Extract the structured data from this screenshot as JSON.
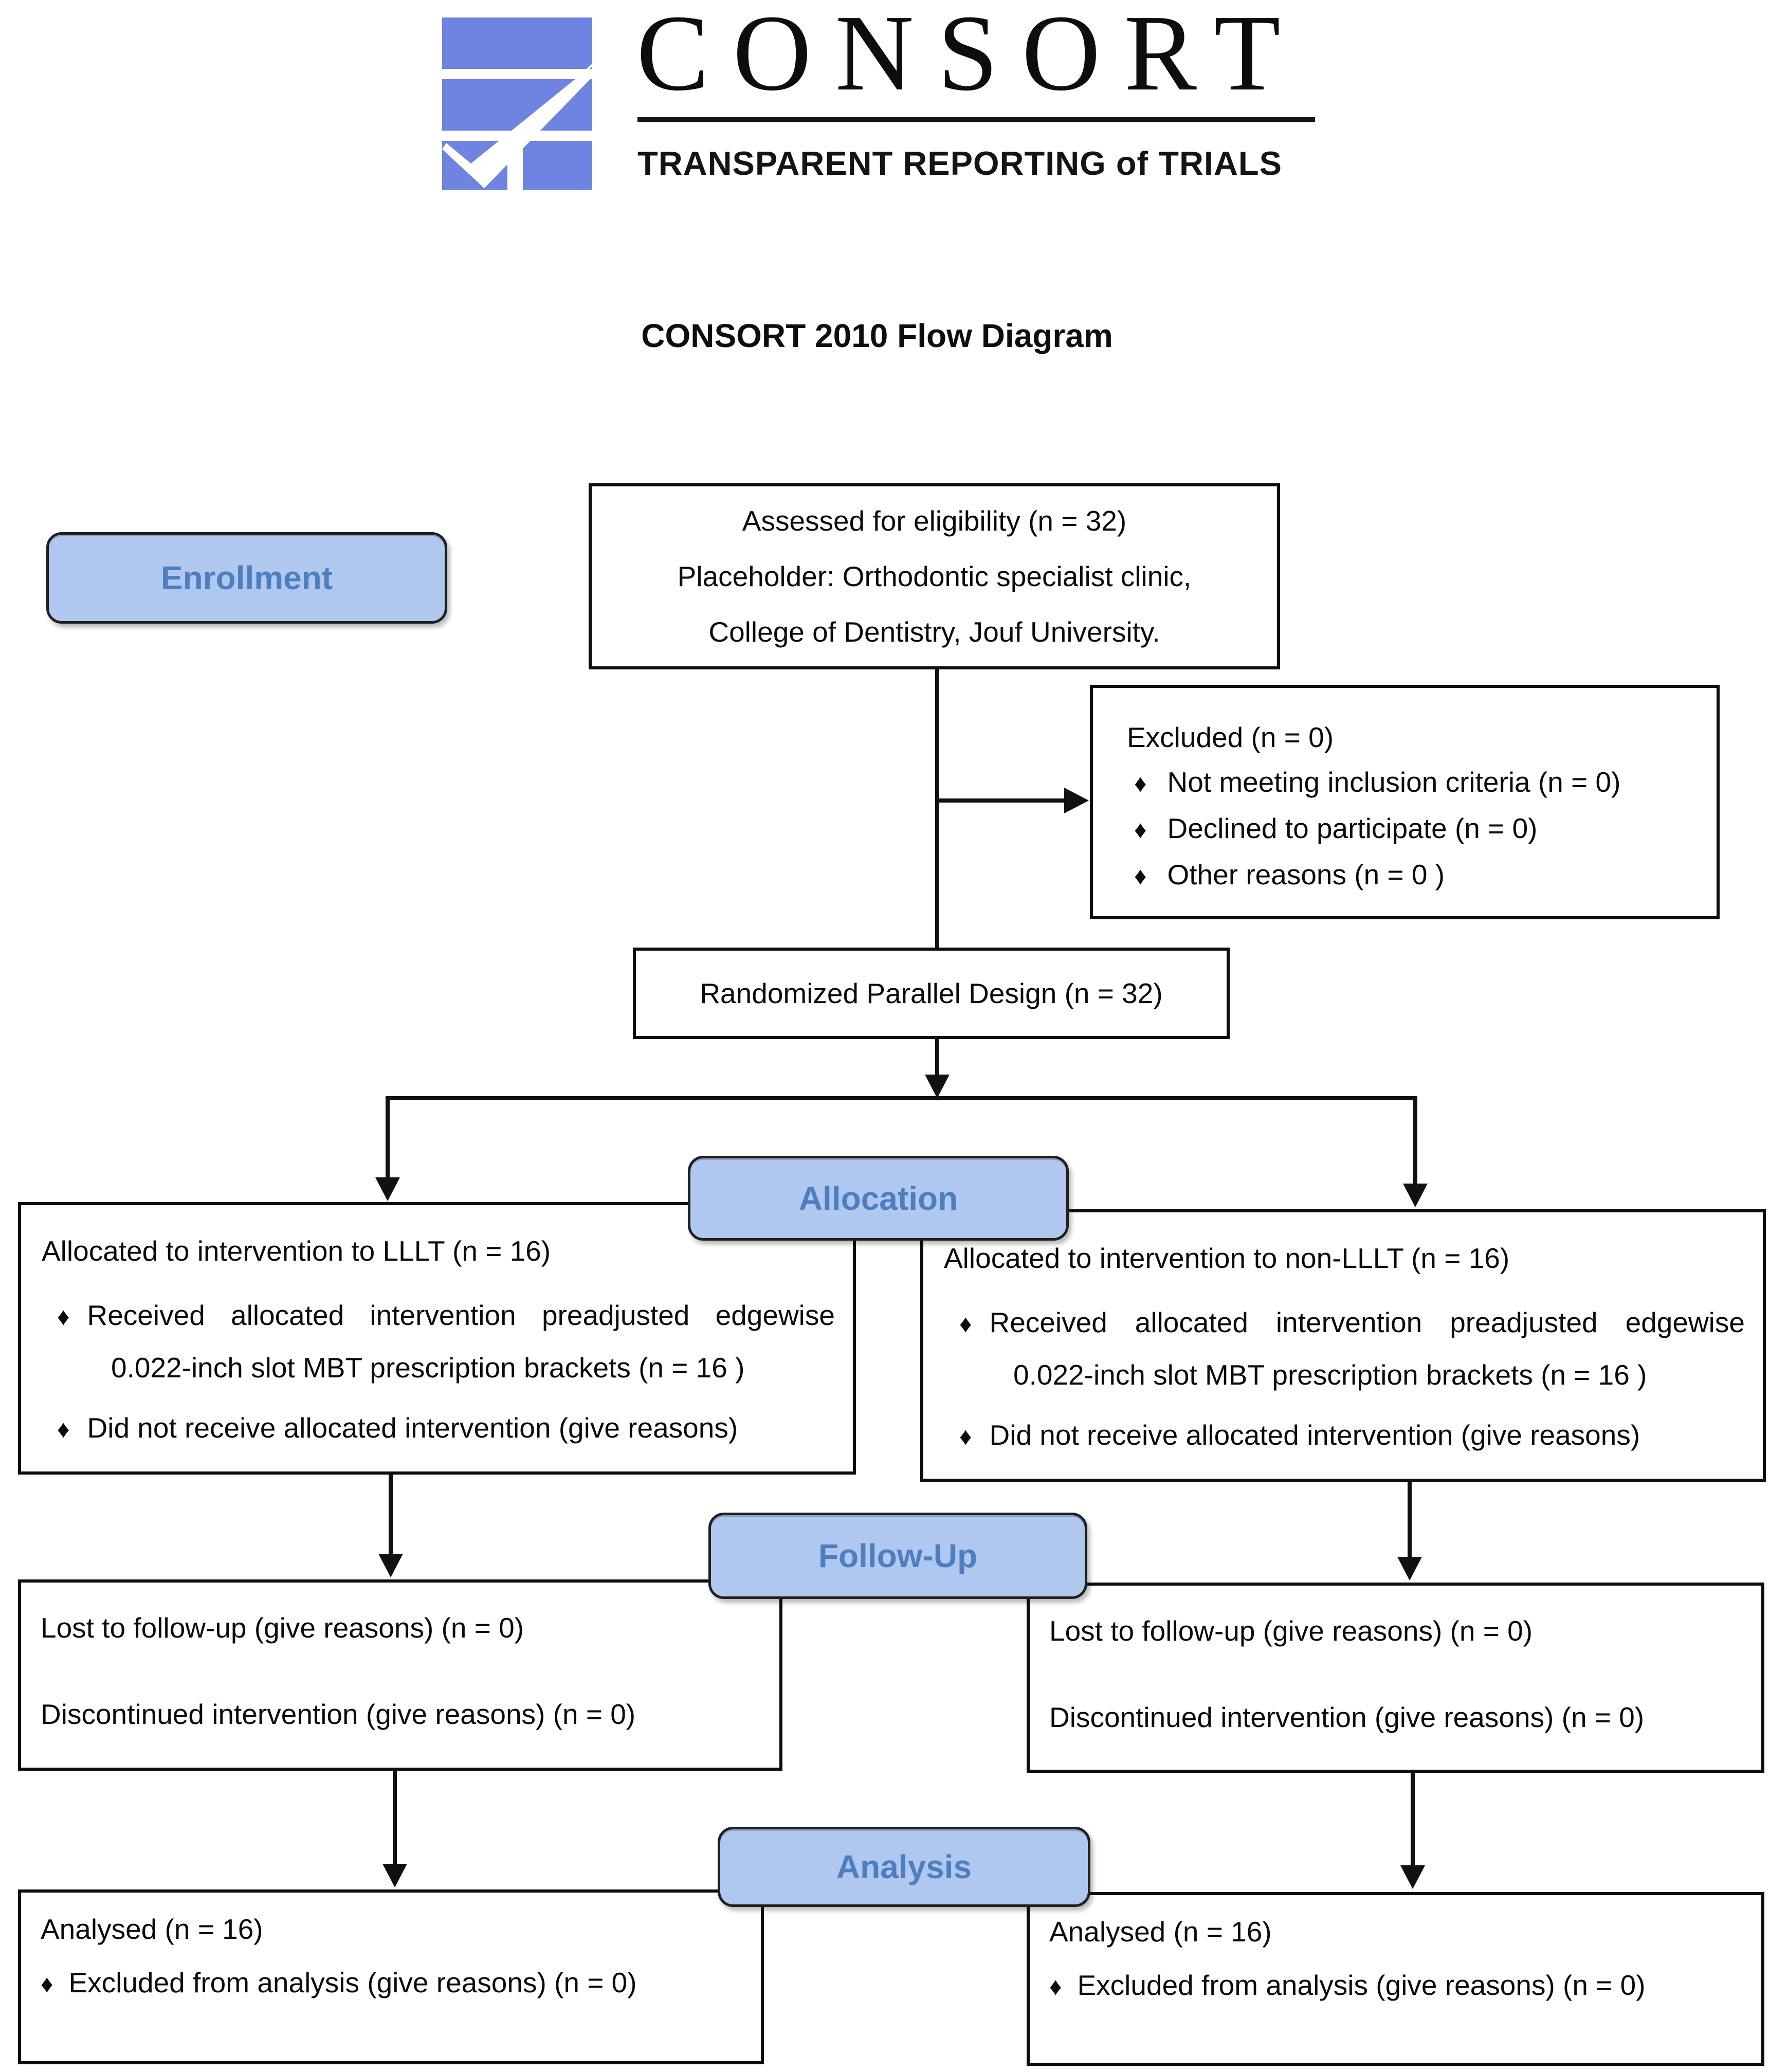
{
  "logo": {
    "wordmark": "CONSORT",
    "tagline": "TRANSPARENT REPORTING of TRIALS"
  },
  "title": "CONSORT 2010 Flow Diagram",
  "bullet": "♦",
  "stages": {
    "enrollment": "Enrollment",
    "allocation": "Allocation",
    "followup": "Follow-Up",
    "analysis": "Analysis"
  },
  "assessed": {
    "lines": [
      "Assessed for eligibility (n = 32)",
      "Placeholder: Orthodontic specialist clinic,",
      "College of Dentistry, Jouf University."
    ]
  },
  "excluded": {
    "title": "Excluded (n = 0)",
    "items": [
      "Not meeting inclusion criteria (n = 0)",
      "Declined to participate (n = 0)",
      "Other reasons (n = 0 )"
    ]
  },
  "randomized": {
    "text": "Randomized Parallel Design (n = 32)"
  },
  "allocation_left": {
    "title": "Allocated to intervention to LLLT (n = 16)",
    "bullet1": "Received allocated intervention preadjusted edgewise 0.022-inch slot MBT prescription brackets (n = 16 )",
    "bullet2": "Did not receive allocated intervention (give reasons)"
  },
  "allocation_right": {
    "title": "Allocated to intervention to non-LLLT (n = 16)",
    "bullet1": "Received allocated intervention preadjusted edgewise 0.022-inch slot MBT prescription brackets (n = 16 )",
    "bullet2": "Did not receive allocated intervention (give reasons)"
  },
  "followup_left": {
    "lines": [
      "Lost to follow-up (give reasons) (n = 0)",
      "Discontinued intervention (give reasons) (n = 0)"
    ]
  },
  "followup_right": {
    "lines": [
      "Lost to follow-up (give reasons) (n = 0)",
      "Discontinued intervention (give reasons) (n = 0)"
    ]
  },
  "analysis_left": {
    "title": "Analysed (n = 16)",
    "bullet1": "Excluded from analysis (give reasons) (n = 0)"
  },
  "analysis_right": {
    "title": "Analysed (n = 16)",
    "bullet1": "Excluded from analysis (give reasons) (n = 0)"
  },
  "colors": {
    "stage_fill": "#b0c7ef",
    "stage_text": "#4d7ebf",
    "logo_blue": "#6e84e0",
    "box_border": "#0c0c0c",
    "connector": "#111111"
  }
}
